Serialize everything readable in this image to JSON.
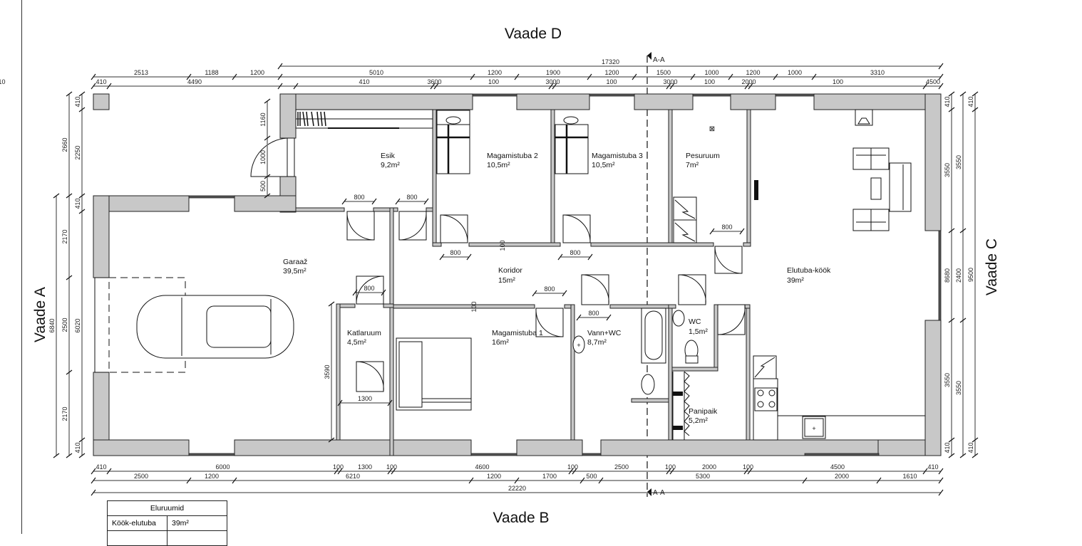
{
  "views": {
    "top": "Vaade D",
    "bottom": "Vaade B",
    "left": "Vaade A",
    "right": "Vaade C"
  },
  "section_marker": "A-A",
  "rooms": [
    {
      "name": "Esik",
      "area": "9,2m²"
    },
    {
      "name": "Magamistuba 2",
      "area": "10,5m²"
    },
    {
      "name": "Magamistuba 3",
      "area": "10,5m²"
    },
    {
      "name": "Pesuruum",
      "area": "7m²"
    },
    {
      "name": "Garaaž",
      "area": "39,5m²"
    },
    {
      "name": "Koridor",
      "area": "15m²"
    },
    {
      "name": "Elutuba-köök",
      "area": "39m²"
    },
    {
      "name": "Katlaruum",
      "area": "4,5m²"
    },
    {
      "name": "Magamistuba 1",
      "area": "16m²"
    },
    {
      "name": "Vann+WC",
      "area": "8,7m²"
    },
    {
      "name": "WC",
      "area": "1,5m²"
    },
    {
      "name": "Panipaik",
      "area": "5,2m²"
    }
  ],
  "dimensions": {
    "top_overall": "17320",
    "top_row1": [
      "2513",
      "1188",
      "1200",
      "5010",
      "1200",
      "1900",
      "1200",
      "1500",
      "1000",
      "1200",
      "1000",
      "3310"
    ],
    "top_row2": [
      "410",
      "4490",
      "410",
      "3600",
      "100",
      "3000",
      "100",
      "3000",
      "100",
      "2000",
      "100",
      "4500",
      "410"
    ],
    "bottom_row1": [
      "410",
      "6000",
      "100",
      "1300",
      "100",
      "4600",
      "100",
      "2500",
      "100",
      "2000",
      "100",
      "4500",
      "410"
    ],
    "bottom_row2": [
      "2500",
      "1200",
      "6210",
      "1200",
      "1700",
      "500",
      "5300",
      "2000",
      "1610"
    ],
    "bottom_overall": "22220",
    "left_outer": "6840",
    "left_mid": [
      "2660",
      "2170",
      "2500",
      "2170"
    ],
    "left_inner": [
      "410",
      "2250",
      "410",
      "6020",
      "410"
    ],
    "right_inner": [
      "410",
      "3550",
      "8680",
      "3550",
      "410"
    ],
    "right_mid": [
      "3550",
      "2400",
      "3550"
    ],
    "right_outer": [
      "410",
      "9500",
      "410"
    ],
    "esik_left": [
      "1160",
      "1000",
      "500"
    ],
    "katlaruum_height": "3590",
    "katlaruum_width": "1300",
    "wall_thickness": "100",
    "door_width": "800"
  },
  "legend_table": {
    "title": "Eluruumid",
    "rows": [
      {
        "room": "Köök-elutuba",
        "area": "39m²"
      },
      {
        "room": "",
        "area": ""
      }
    ]
  },
  "colors": {
    "wall_fill": "#c8c8c8",
    "line": "#222222"
  }
}
